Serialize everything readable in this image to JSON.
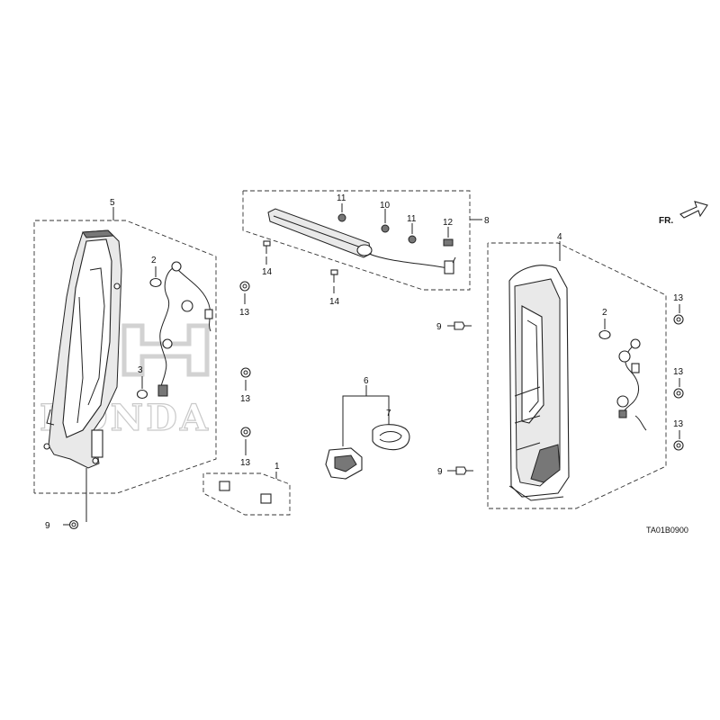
{
  "labels": {
    "p1": "1",
    "p2a": "2",
    "p2b": "2",
    "p3": "3",
    "p4": "4",
    "p5": "5",
    "p6": "6",
    "p7": "7",
    "p8": "8",
    "p9a": "9",
    "p9b": "9",
    "p9c": "9",
    "p10": "10",
    "p11a": "11",
    "p11b": "11",
    "p12": "12",
    "p13a": "13",
    "p13b": "13",
    "p13c": "13",
    "p13d": "13",
    "p13e": "13",
    "p13f": "13",
    "p14a": "14",
    "p14b": "14"
  },
  "front_indicator": "FR.",
  "diagram_code": "TA01B0900",
  "watermark": "HONDA"
}
